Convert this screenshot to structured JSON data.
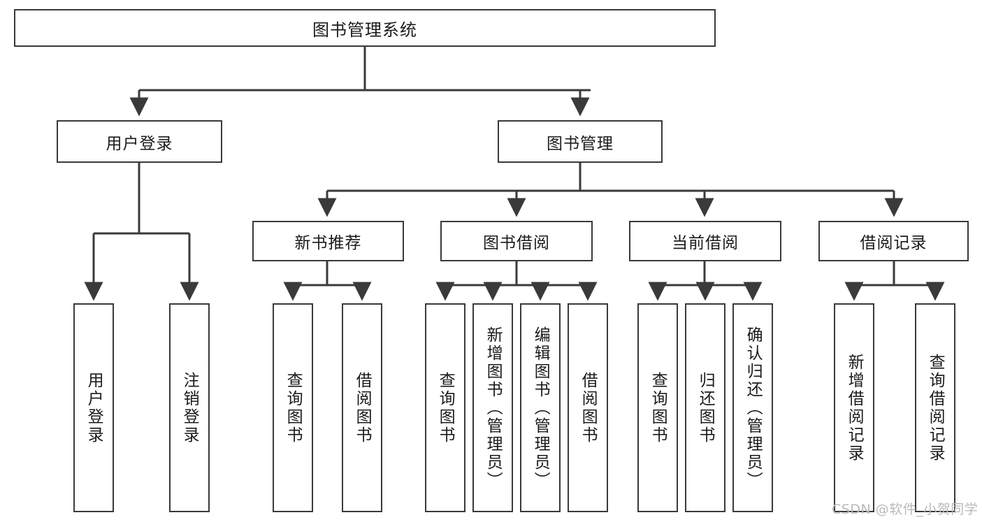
{
  "diagram": {
    "title": "图书管理系统",
    "type": "hierarchy-tree",
    "root": {
      "label": "图书管理系统"
    },
    "level2": [
      {
        "label": "用户登录"
      },
      {
        "label": "图书管理"
      }
    ],
    "level3": [
      {
        "label": "新书推荐"
      },
      {
        "label": "图书借阅"
      },
      {
        "label": "当前借阅"
      },
      {
        "label": "借阅记录"
      }
    ],
    "leaves": {
      "user_login": [
        "用户登录",
        "注销登录"
      ],
      "new_book_recommend": [
        "查询图书",
        "借阅图书"
      ],
      "book_borrow": [
        "查询图书",
        "新增图书（管理员）",
        "编辑图书（管理员）",
        "借阅图书"
      ],
      "current_borrow": [
        "查询图书",
        "归还图书",
        "确认归还（管理员）"
      ],
      "borrow_record": [
        "新增借阅记录",
        "查询借阅记录"
      ]
    }
  },
  "watermark": {
    "text": "CSDN @软件_小贺同学"
  },
  "colors": {
    "stroke": "#3a3a3a",
    "box_fill": "#ffffff",
    "text": "#1b1b1b",
    "watermark": "#b9b9b9",
    "background": "#ffffff"
  }
}
